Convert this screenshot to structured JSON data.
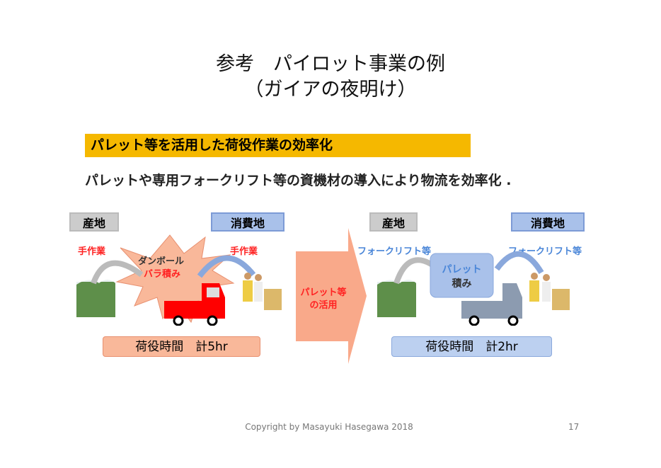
{
  "title": {
    "line1": "参考　パイロット事業の例",
    "line2": "（ガイアの夜明け）"
  },
  "banner": "パレット等を活用した荷役作業の効率化",
  "subtitle": "パレットや専用フォークリフト等の資機材の導入により物流を効率化 .",
  "before": {
    "origin": "産地",
    "destination": "消費地",
    "method_left": "手作業",
    "method_right": "手作業",
    "burst_line1": "ダンボール",
    "burst_line2": "バラ積み",
    "time": "荷役時間　計5hr"
  },
  "arrow": {
    "line1": "パレット等",
    "line2": "の活用"
  },
  "after": {
    "origin": "産地",
    "destination": "消費地",
    "method_left": "フォークリフト等",
    "method_right": "フォークリフト等",
    "pallet_line1": "パレット",
    "pallet_line2": "積み",
    "time": "荷役時間　計2hr"
  },
  "footer": {
    "copyright": "Copyright by Masayuki Hasegawa 2018",
    "page": "17"
  }
}
